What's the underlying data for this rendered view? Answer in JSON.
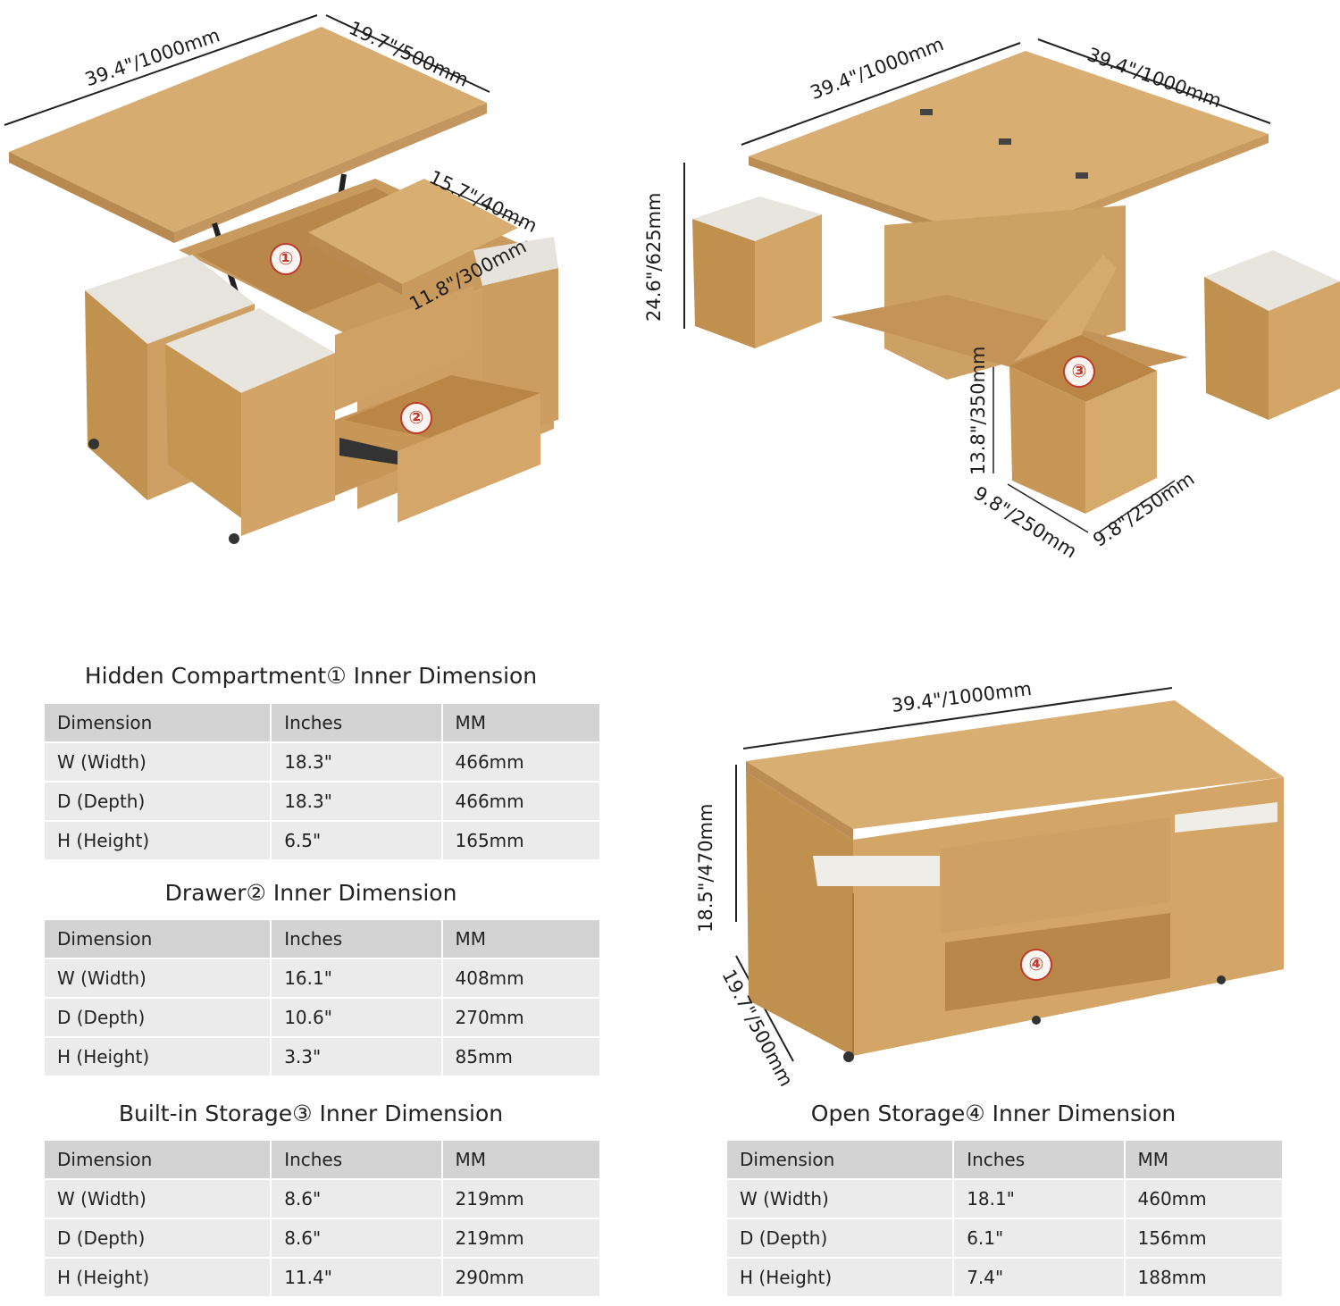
{
  "colors": {
    "wood": "#d4a86b",
    "wood_dark": "#b9894e",
    "cushion": "#e8e5e0",
    "table_head": "#d3d3d3",
    "table_row": "#ebebeb",
    "marker": "#c0392b"
  },
  "top_left": {
    "dims": [
      "39.4\"/1000mm",
      "19.7\"/500mm",
      "15.7\"/40mm",
      "11.8\"/300mm"
    ],
    "markers": [
      "①",
      "②"
    ]
  },
  "top_right": {
    "dims": [
      "39.4\"/1000mm",
      "39.4\"/1000mm",
      "24.6\"/625mm",
      "13.8\"/350mm",
      "9.8\"/250mm",
      "9.8\"/250mm"
    ],
    "markers": [
      "③"
    ]
  },
  "bottom_right_image": {
    "dims": [
      "39.4\"/1000mm",
      "18.5\"/470mm",
      "19.7\"/500mm"
    ],
    "markers": [
      "④"
    ]
  },
  "tables": [
    {
      "title": "Hidden Compartment① Inner Dimension",
      "headers": [
        "Dimension",
        "Inches",
        "MM"
      ],
      "rows": [
        [
          "W (Width)",
          "18.3\"",
          "466mm"
        ],
        [
          "D (Depth)",
          "18.3\"",
          "466mm"
        ],
        [
          "H (Height)",
          "6.5\"",
          "165mm"
        ]
      ]
    },
    {
      "title": "Drawer② Inner Dimension",
      "headers": [
        "Dimension",
        "Inches",
        "MM"
      ],
      "rows": [
        [
          "W (Width)",
          "16.1\"",
          "408mm"
        ],
        [
          "D (Depth)",
          "10.6\"",
          "270mm"
        ],
        [
          "H (Height)",
          "3.3\"",
          "85mm"
        ]
      ]
    },
    {
      "title": "Built-in Storage③ Inner Dimension",
      "headers": [
        "Dimension",
        "Inches",
        "MM"
      ],
      "rows": [
        [
          "W (Width)",
          "8.6\"",
          "219mm"
        ],
        [
          "D (Depth)",
          "8.6\"",
          "219mm"
        ],
        [
          "H (Height)",
          "11.4\"",
          "290mm"
        ]
      ]
    },
    {
      "title": "Open Storage④ Inner Dimension",
      "headers": [
        "Dimension",
        "Inches",
        "MM"
      ],
      "rows": [
        [
          "W (Width)",
          "18.1\"",
          "460mm"
        ],
        [
          "D (Depth)",
          "6.1\"",
          "156mm"
        ],
        [
          "H (Height)",
          "7.4\"",
          "188mm"
        ]
      ]
    }
  ]
}
